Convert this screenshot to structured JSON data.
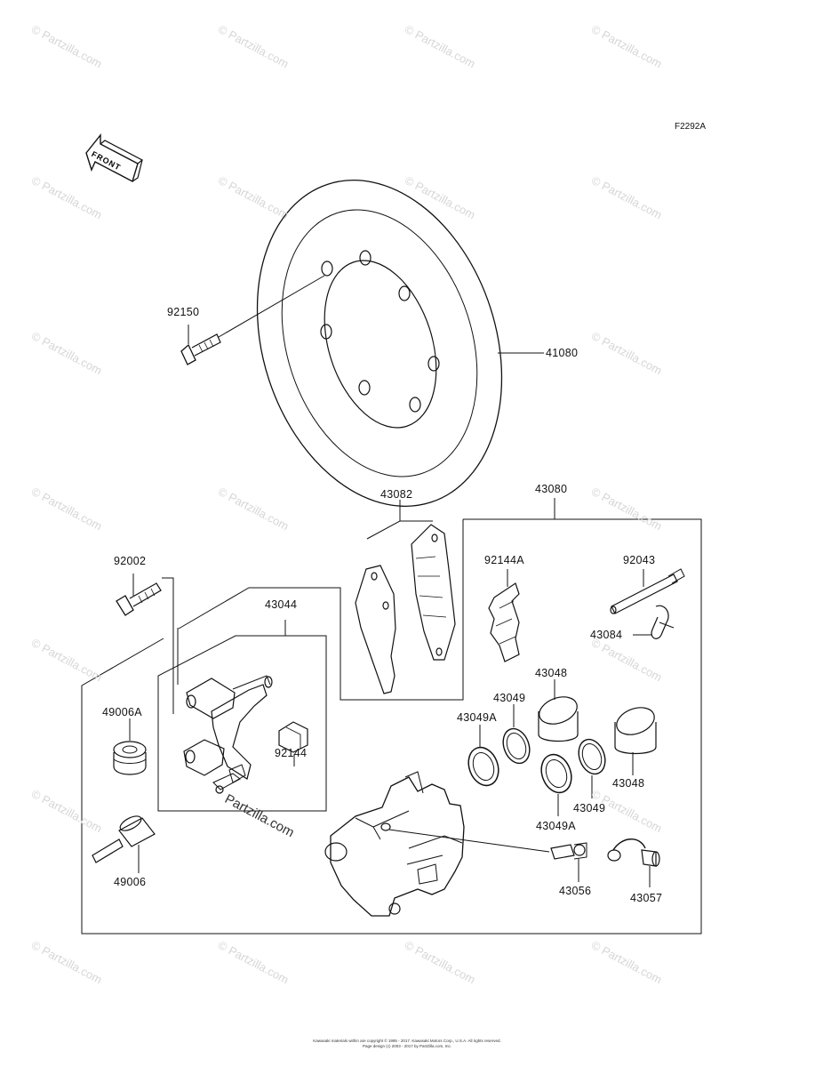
{
  "figure_code": "F2292A",
  "front_label": "FRONT",
  "watermark": "© Partzilla.com",
  "center_watermark": "Partzilla.com",
  "copyright": {
    "line1": "Kawasaki materials within are copyright © 1995 - 2017. Kawasaki Motors Corp., U.S.A. All rights reserved.",
    "line2": "Page design (c) 2003 - 2017 by PartZilla.com, Inc."
  },
  "part_labels": {
    "p92150": "92150",
    "p41080": "41080",
    "p43082": "43082",
    "p43080": "43080",
    "p92002": "92002",
    "p92144A": "92144A",
    "p92043": "92043",
    "p43084": "43084",
    "p43044": "43044",
    "p43048_top": "43048",
    "p43049_top": "43049",
    "p43049A_top": "43049A",
    "p49006A": "49006A",
    "p92144": "92144",
    "p43048_bot": "43048",
    "p43049_bot": "43049",
    "p43049A_bot": "43049A",
    "p49006": "49006",
    "p43056": "43056",
    "p43057": "43057"
  }
}
